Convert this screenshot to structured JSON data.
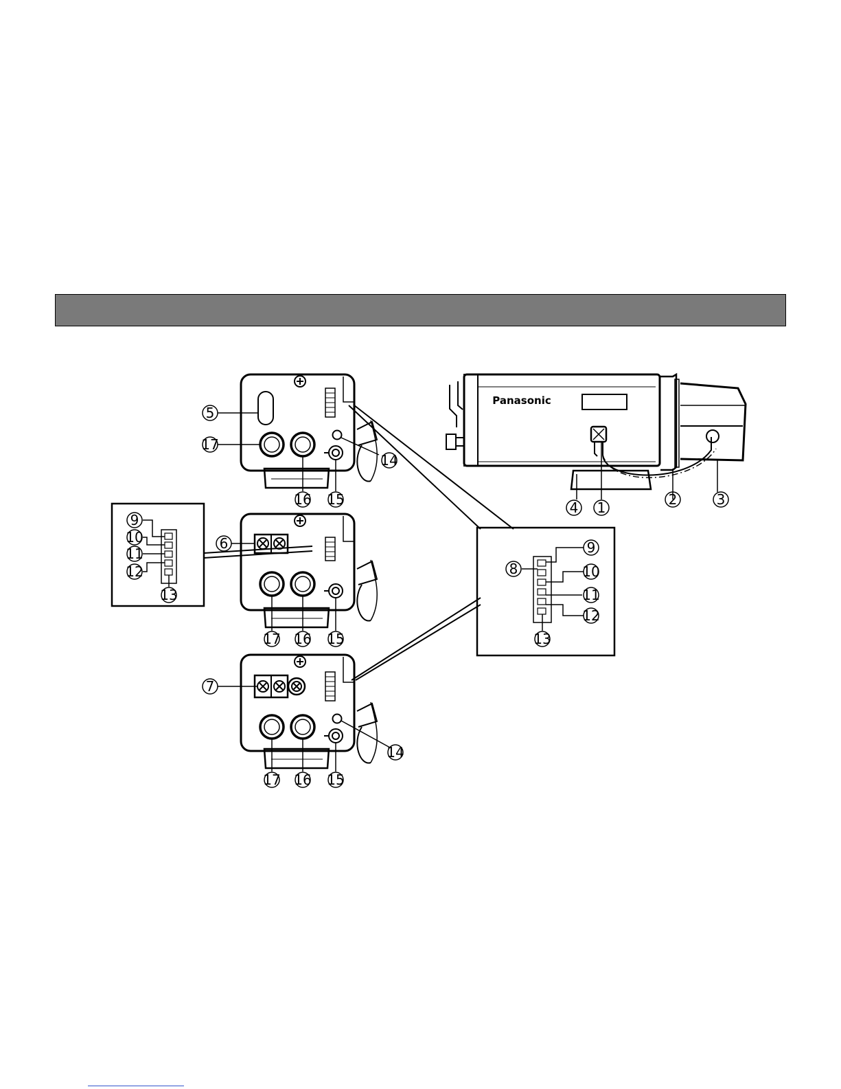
{
  "camera": {
    "brand": "Panasonic"
  },
  "callouts": [
    {
      "id": "c1",
      "text": "1"
    },
    {
      "id": "c2",
      "text": "2"
    },
    {
      "id": "c3",
      "text": "3"
    },
    {
      "id": "c4",
      "text": "4"
    },
    {
      "id": "c5",
      "text": "5"
    },
    {
      "id": "c6",
      "text": "6"
    },
    {
      "id": "c7",
      "text": "7"
    },
    {
      "id": "c8",
      "text": "8"
    },
    {
      "id": "c9",
      "text": "9"
    },
    {
      "id": "c10",
      "text": "10"
    },
    {
      "id": "c11",
      "text": "11"
    },
    {
      "id": "c12",
      "text": "12"
    },
    {
      "id": "c13",
      "text": "13"
    },
    {
      "id": "c14",
      "text": "14"
    },
    {
      "id": "c15",
      "text": "15"
    },
    {
      "id": "c16",
      "text": "16"
    },
    {
      "id": "c17",
      "text": "17"
    }
  ],
  "colors": {
    "section_bar": "#7a7a7a",
    "ink": "#000000"
  }
}
